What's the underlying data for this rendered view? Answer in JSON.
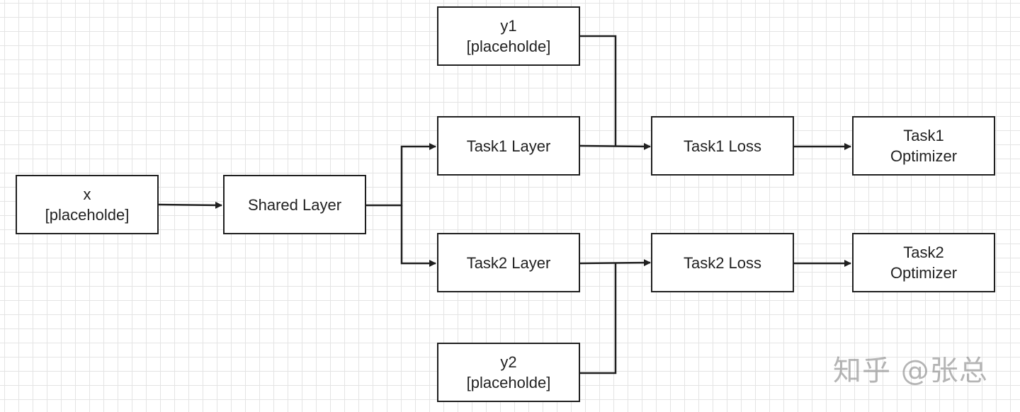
{
  "diagram": {
    "nodes": {
      "x": {
        "line1": "x",
        "line2": "[placeholde]"
      },
      "shared": {
        "label": "Shared Layer"
      },
      "task1_layer": {
        "label": "Task1 Layer"
      },
      "task2_layer": {
        "label": "Task2 Layer"
      },
      "y1": {
        "line1": "y1",
        "line2": "[placeholde]"
      },
      "y2": {
        "line1": "y2",
        "line2": "[placeholde]"
      },
      "task1_loss": {
        "label": "Task1 Loss"
      },
      "task2_loss": {
        "label": "Task2 Loss"
      },
      "task1_opt": {
        "line1": "Task1",
        "line2": "Optimizer"
      },
      "task2_opt": {
        "line1": "Task2",
        "line2": "Optimizer"
      }
    },
    "edges": [
      {
        "from": "x",
        "to": "shared"
      },
      {
        "from": "shared",
        "to": "task1_layer"
      },
      {
        "from": "shared",
        "to": "task2_layer"
      },
      {
        "from": "task1_layer",
        "to": "task1_loss"
      },
      {
        "from": "y1",
        "to": "task1_loss"
      },
      {
        "from": "task2_layer",
        "to": "task2_loss"
      },
      {
        "from": "y2",
        "to": "task2_loss"
      },
      {
        "from": "task1_loss",
        "to": "task1_opt"
      },
      {
        "from": "task2_loss",
        "to": "task2_opt"
      }
    ]
  },
  "watermark": {
    "text": "知乎 @张总"
  },
  "colors": {
    "stroke": "#1f1f1f",
    "grid": "#e4e4e4",
    "background": "#ffffff",
    "text": "#222222"
  }
}
